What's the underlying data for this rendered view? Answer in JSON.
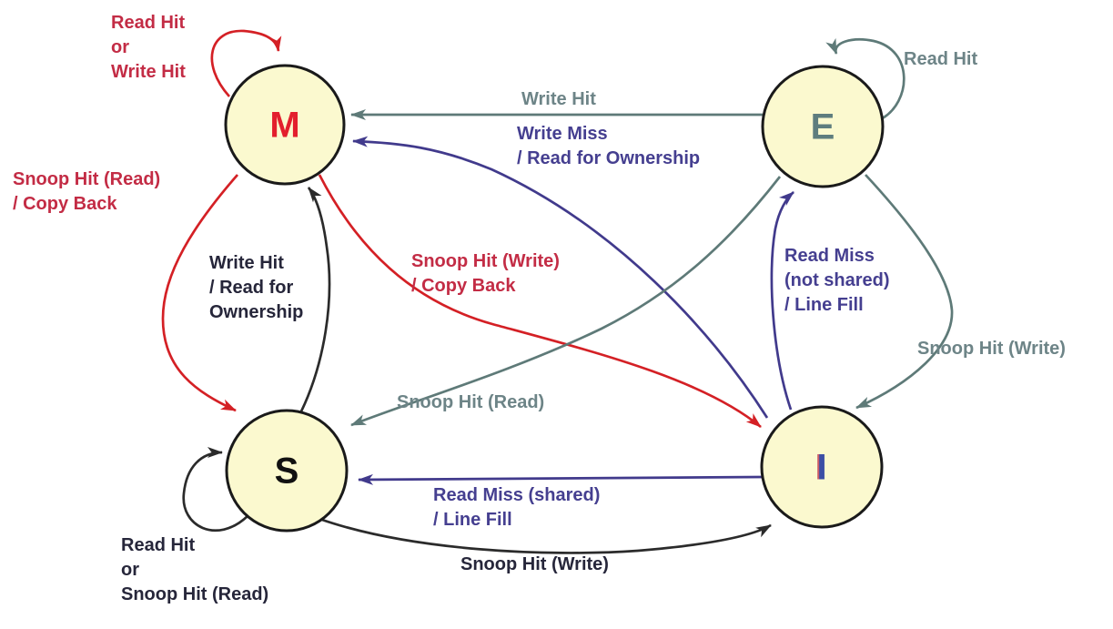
{
  "colors": {
    "background": "#ffffff",
    "node_fill": "#fbf9cf",
    "node_border": "#1a1a1a",
    "red_line": "#d42025",
    "red_text": "#c32c45",
    "gray_line": "#5e7a78",
    "gray_text": "#6d8487",
    "purple_line": "#413a8c",
    "purple_text": "#453f90",
    "black_line": "#2b2b2b",
    "black_text": "#26263a",
    "m_letter": "#e31f2d",
    "e_letter": "#5e7d7e",
    "s_letter": "#111111",
    "i_letter": "#3c4fa5"
  },
  "states": {
    "m": "M",
    "e": "E",
    "s": "S",
    "i": "I"
  },
  "transitions": {
    "m_self": {
      "label": "Read Hit\nor\nWrite Hit"
    },
    "e_self": {
      "label": "Read Hit"
    },
    "s_self": {
      "label": "Read Hit\nor\nSnoop Hit (Read)"
    },
    "e_to_m": {
      "label": "Write Hit"
    },
    "i_to_m": {
      "label": "Write Miss\n/ Read for Ownership"
    },
    "m_to_s": {
      "label": "Snoop Hit (Read)\n/ Copy Back"
    },
    "s_to_m": {
      "label": "Write Hit\n/ Read for\nOwnership"
    },
    "m_to_i": {
      "label": "Snoop Hit (Write)\n/ Copy Back"
    },
    "i_to_e": {
      "label": "Read Miss\n(not shared)\n/ Line Fill"
    },
    "e_to_i": {
      "label": "Snoop Hit (Write)"
    },
    "e_to_s": {
      "label": "Snoop Hit (Read)"
    },
    "i_to_s": {
      "label": "Read Miss (shared)\n/ Line Fill"
    },
    "s_to_i": {
      "label": "Snoop Hit (Write)"
    }
  }
}
